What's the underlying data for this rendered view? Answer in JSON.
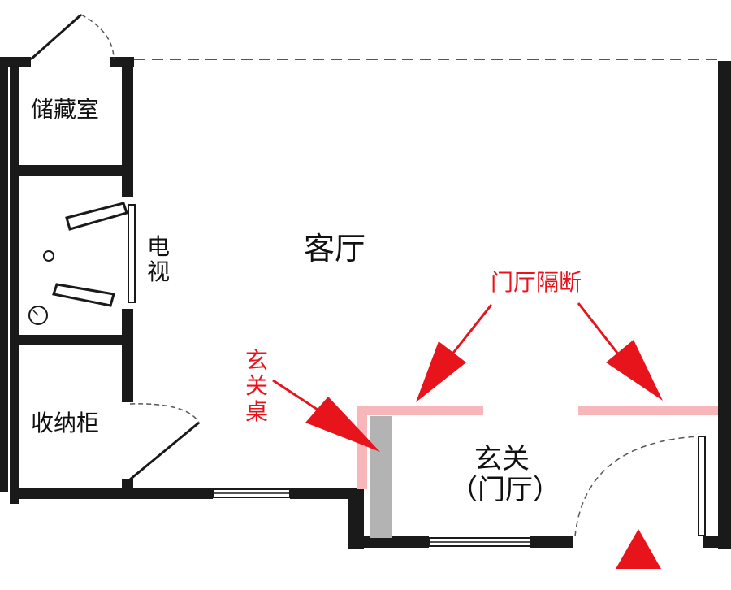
{
  "rooms": {
    "storage": "储藏室",
    "tv": "电视",
    "living": "客厅",
    "cabinet": "收纳柜",
    "foyer_title": "玄关",
    "foyer_subtitle": "（门厅）"
  },
  "annotations": {
    "partition": "门厅隔断",
    "foyer_table": "玄关桌"
  },
  "colors": {
    "wall": "#1a1a1a",
    "partition": "#f7b6b9",
    "annotation": "#e8141b",
    "table": "#b3b3b3",
    "entrance_marker": "#e8141b"
  }
}
